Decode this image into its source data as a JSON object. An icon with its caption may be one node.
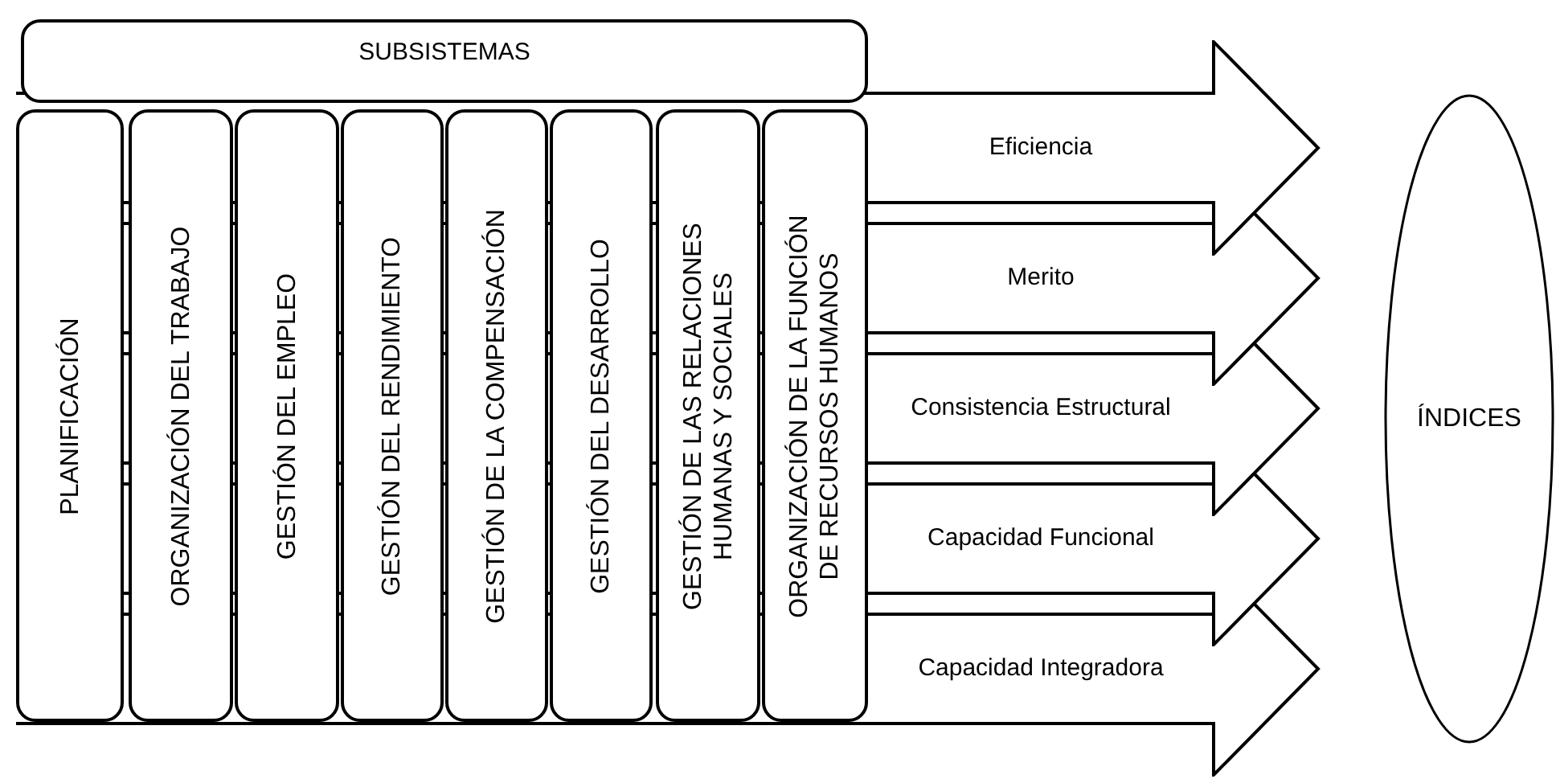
{
  "diagram": {
    "nodes": [
      {
        "text": [
          "SUBSISTEMAS"
        ]
      },
      {
        "text": [
          "PLANIFICACIÓN"
        ]
      },
      {
        "text": [
          "ORGANIZACIÓN DEL TRABAJO"
        ]
      },
      {
        "text": [
          "GESTIÓN DEL EMPLEO"
        ]
      },
      {
        "text": [
          "GESTIÓN DEL RENDIMIENTO"
        ]
      },
      {
        "text": [
          "GESTIÓN DE LA COMPENSACIÓN"
        ]
      },
      {
        "text": [
          "GESTIÓN DEL DESARROLLO"
        ]
      },
      {
        "text": [
          "GESTIÓN DE LAS RELACIONES HUMANAS Y SOCIALES"
        ]
      },
      {
        "text": [
          "ORGANIZACIÓN DE LA FUNCIÓN DE RECURSOS HUMANOS"
        ]
      },
      {
        "text": [
          "Eficiencia"
        ]
      },
      {
        "text": [
          "Merito"
        ]
      },
      {
        "text": [
          "Consistencia Estructural"
        ]
      },
      {
        "text": [
          "Capacidad Funcional"
        ]
      },
      {
        "text": [
          "Capacidad Integradora"
        ]
      },
      {
        "text": [
          "ÍNDICES"
        ]
      }
    ],
    "edges": []
  }
}
